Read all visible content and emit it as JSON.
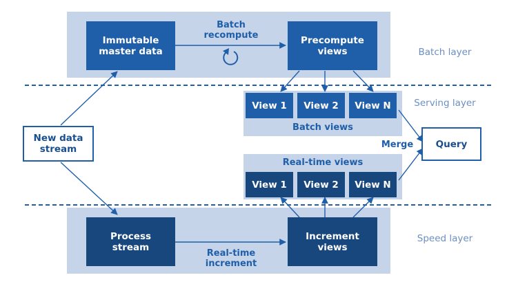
{
  "layers": {
    "batch": "Batch layer",
    "serving": "Serving layer",
    "speed": "Speed layer"
  },
  "nodes": {
    "immutable": "Immutable\nmaster data",
    "precompute": "Precompute\nviews",
    "new_data": "New data\nstream",
    "process": "Process\nstream",
    "increment": "Increment\nviews",
    "query": "Query"
  },
  "batch_views": {
    "label": "Batch views",
    "items": [
      "View 1",
      "View 2",
      "View N"
    ]
  },
  "realtime_views": {
    "label": "Real-time views",
    "items": [
      "View 1",
      "View 2",
      "View N"
    ]
  },
  "edges": {
    "batch_recompute": "Batch\nrecompute",
    "realtime_increment": "Real-time\nincrement",
    "merge": "Merge"
  },
  "icons": {
    "recompute": "refresh-cycle-icon"
  },
  "colors": {
    "region": "#c5d4e8",
    "batch_box": "#1f5ea9",
    "speed_box": "#17477c",
    "accent": "#1f5ea9",
    "layer_label": "#6b8fc2"
  }
}
